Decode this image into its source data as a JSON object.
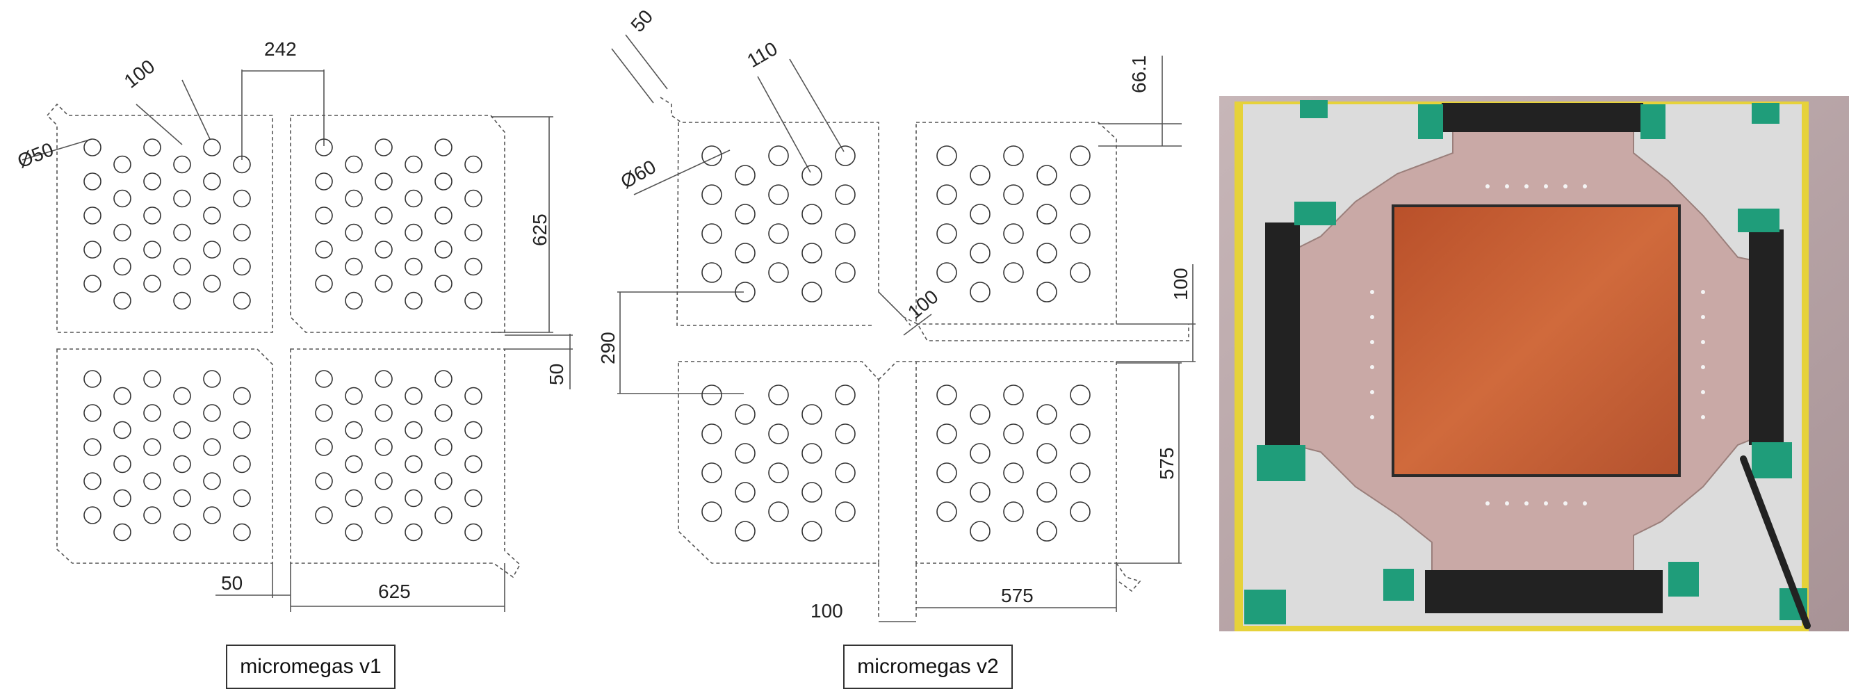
{
  "v1": {
    "caption": "micromegas v1",
    "dims": {
      "hole_pitch": "100",
      "span_242": "242",
      "hole_dia": "Ø50",
      "width_625": "625",
      "gap_50_v": "50",
      "gap_50_h": "50",
      "width_625_b": "625"
    }
  },
  "v2": {
    "caption": "micromegas v2",
    "dims": {
      "corner_50": "50",
      "hole_pitch": "110",
      "hole_dia": "Ø60",
      "offset_66": "66.1",
      "gap_diag_100": "100",
      "gap_100_v": "100",
      "row_290": "290",
      "height_575": "575",
      "gap_100_h": "100",
      "width_575": "575"
    }
  },
  "photo": {
    "colors": {
      "frame": "#e6d23a",
      "panel": "#dcdcdc",
      "pcb": "#c9a9a6",
      "active": "#c0552b",
      "connector": "#222222",
      "corner_tab": "#1f9d7a"
    }
  }
}
